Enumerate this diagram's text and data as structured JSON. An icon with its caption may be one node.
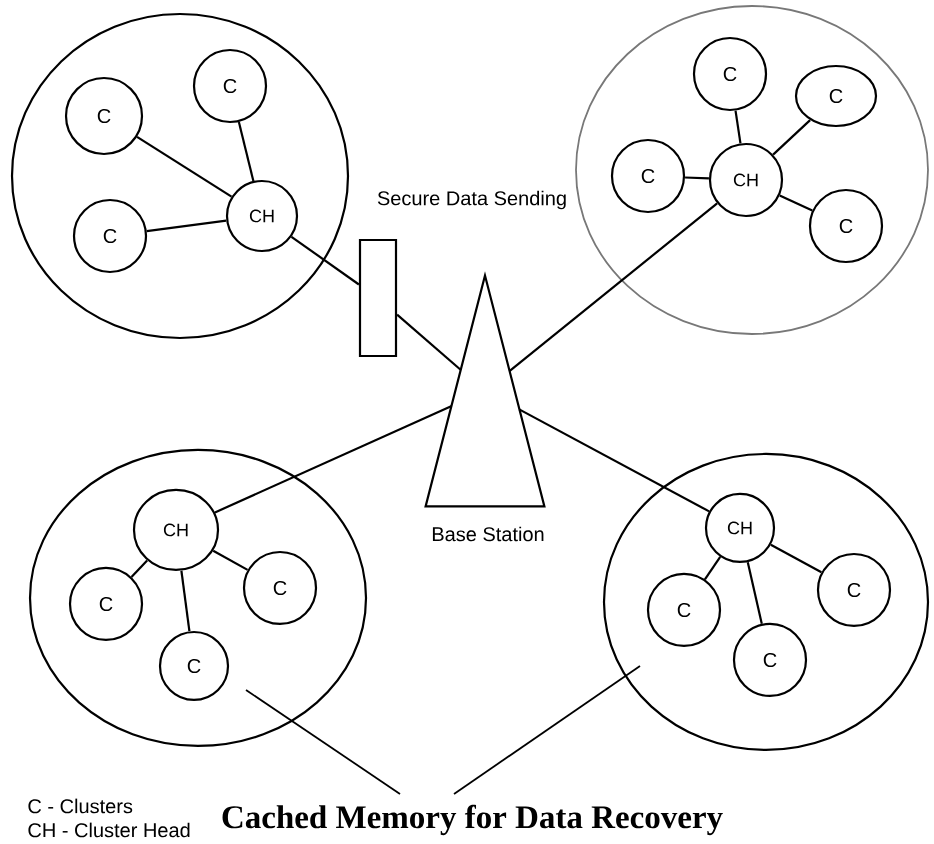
{
  "diagram": {
    "nodes": [
      {
        "text": [],
        "shape": "circle"
      },
      {
        "text": [
          "C"
        ],
        "in": 0
      },
      {
        "text": [
          "C"
        ],
        "in": 0
      },
      {
        "text": [
          "C"
        ],
        "in": 0
      },
      {
        "text": [
          "CH"
        ],
        "in": 0
      },
      {
        "text": [],
        "shape": "box",
        "beside": [
          "Secure Data Sending"
        ]
      },
      {
        "text": [],
        "shape": "circle"
      },
      {
        "text": [
          "C"
        ],
        "in": 6
      },
      {
        "text": [
          "C"
        ],
        "in": 6
      },
      {
        "text": [
          "C"
        ],
        "in": 6
      },
      {
        "text": [
          "CH"
        ],
        "in": 6
      },
      {
        "text": [
          "C"
        ],
        "in": 6
      },
      {
        "text": [],
        "shape": "triangle",
        "beside": [
          "Base Station"
        ]
      },
      {
        "text": [],
        "shape": "circle"
      },
      {
        "text": [
          "CH"
        ],
        "in": 13
      },
      {
        "text": [
          "C"
        ],
        "in": 13
      },
      {
        "text": [
          "C"
        ],
        "in": 13
      },
      {
        "text": [
          "C"
        ],
        "in": 13
      },
      {
        "text": [],
        "shape": "circle"
      },
      {
        "text": [
          "CH"
        ],
        "in": 18
      },
      {
        "text": [
          "C"
        ],
        "in": 18
      },
      {
        "text": [
          "C"
        ],
        "in": 18
      },
      {
        "text": [
          "C"
        ],
        "in": 18
      },
      {
        "text": [
          "Cached Memory for Data Recovery"
        ]
      }
    ],
    "edges": [
      {
        "from": 1,
        "to": 4,
        "arrow": "none"
      },
      {
        "from": 2,
        "to": 4,
        "arrow": "none"
      },
      {
        "from": 3,
        "to": 4,
        "arrow": "none"
      },
      {
        "from": 4,
        "to": 5,
        "arrow": "none"
      },
      {
        "from": 5,
        "to": 12,
        "arrow": "none"
      },
      {
        "from": 7,
        "to": 10,
        "arrow": "none"
      },
      {
        "from": 8,
        "to": 10,
        "arrow": "none"
      },
      {
        "from": 9,
        "to": 10,
        "arrow": "none"
      },
      {
        "from": 11,
        "to": 10,
        "arrow": "none"
      },
      {
        "from": 10,
        "to": 12,
        "arrow": "none"
      },
      {
        "from": 14,
        "to": 15,
        "arrow": "none"
      },
      {
        "from": 14,
        "to": 16,
        "arrow": "none"
      },
      {
        "from": 14,
        "to": 17,
        "arrow": "none"
      },
      {
        "from": 14,
        "to": 12,
        "arrow": "none"
      },
      {
        "from": 19,
        "to": 20,
        "arrow": "none"
      },
      {
        "from": 19,
        "to": 21,
        "arrow": "none"
      },
      {
        "from": 19,
        "to": 22,
        "arrow": "none"
      },
      {
        "from": 19,
        "to": 12,
        "arrow": "none"
      },
      {
        "from": 23,
        "to": 13,
        "arrow": "none"
      },
      {
        "from": 23,
        "to": 18,
        "arrow": "none"
      }
    ],
    "labels": [
      "C - Clusters",
      "CH - Cluster Head"
    ]
  }
}
